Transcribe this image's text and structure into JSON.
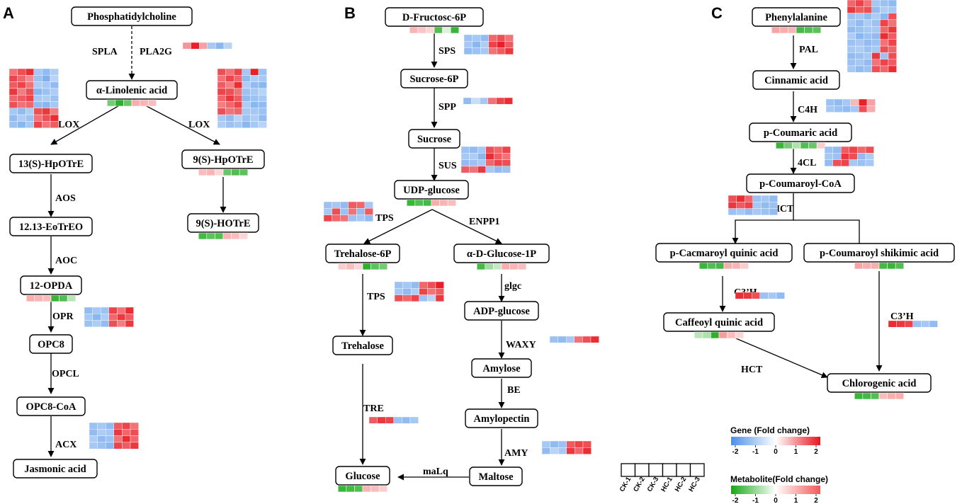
{
  "panels": [
    {
      "label": "A"
    },
    {
      "label": "B"
    },
    {
      "label": "C"
    }
  ],
  "nodes": [
    {
      "id": "A_pc",
      "text": "Phosphatidylcholine",
      "metab": null
    },
    {
      "id": "A_ala",
      "text": "α-Linolenic acid",
      "metab": [
        -1.2,
        -1.8,
        -1.3,
        1.0,
        0.9,
        0.8
      ]
    },
    {
      "id": "A_13",
      "text": "13(S)-HpOTrE",
      "metab": null
    },
    {
      "id": "A_9h",
      "text": "9(S)-HpOTrE",
      "metab": [
        0.8,
        0.9,
        0.5,
        -1.3,
        -1.5,
        -1.4
      ]
    },
    {
      "id": "A_1213",
      "text": "12.13-EoTrEO",
      "metab": null
    },
    {
      "id": "A_9ho",
      "text": "9(S)-HOTrE",
      "metab": [
        -1.6,
        -1.4,
        -1.5,
        0.9,
        0.8,
        0.5
      ]
    },
    {
      "id": "A_opda",
      "text": "12-OPDA",
      "metab": [
        1.0,
        0.9,
        0.8,
        -1.7,
        -1.5,
        -0.6
      ]
    },
    {
      "id": "A_opc8",
      "text": "OPC8",
      "metab": null
    },
    {
      "id": "A_opc8coa",
      "text": "OPC8-CoA",
      "metab": null
    },
    {
      "id": "A_ja",
      "text": "Jasmonic  acid",
      "metab": null
    },
    {
      "id": "B_f6p",
      "text": "D-Fructosc-6P",
      "metab": [
        0.9,
        0.7,
        0.5,
        -1.5,
        -0.3,
        -1.7
      ]
    },
    {
      "id": "B_s6p",
      "text": "Sucrose-6P",
      "metab": null
    },
    {
      "id": "B_suc",
      "text": "Sucrose",
      "metab": null
    },
    {
      "id": "B_udpg",
      "text": "UDP-glucose",
      "metab": [
        -1.7,
        -1.5,
        -1.6,
        1.0,
        0.9,
        0.8
      ]
    },
    {
      "id": "B_t6p",
      "text": "Trehalose-6P",
      "metab": [
        0.6,
        0.8,
        0.5,
        -1.8,
        -1.4,
        -1.2
      ]
    },
    {
      "id": "B_g1p",
      "text": "α-D-Glucose-1P",
      "metab": [
        -1.6,
        -0.8,
        -0.5,
        1.0,
        0.9,
        0.8
      ]
    },
    {
      "id": "B_adpg",
      "text": "ADP-glucose",
      "metab": null
    },
    {
      "id": "B_tre",
      "text": "Trehalose",
      "metab": null
    },
    {
      "id": "B_amylose",
      "text": "Amylose",
      "metab": null
    },
    {
      "id": "B_amylopectin",
      "text": "Amylopectin",
      "metab": null
    },
    {
      "id": "B_glc",
      "text": "Glucose",
      "metab": [
        -1.7,
        -1.6,
        -1.5,
        0.9,
        0.8,
        0.6
      ]
    },
    {
      "id": "B_malt",
      "text": "Maltose",
      "metab": null
    },
    {
      "id": "C_phe",
      "text": "Phenylalanine",
      "metab": [
        1.1,
        1.0,
        0.9,
        -1.6,
        -1.5,
        -1.4
      ]
    },
    {
      "id": "C_cin",
      "text": "Cinnamic acid",
      "metab": null
    },
    {
      "id": "C_pcou",
      "text": "p-Coumaric acid",
      "metab": [
        -1.7,
        -1.2,
        -0.7,
        -1.5,
        -1.3,
        0.6
      ]
    },
    {
      "id": "C_pcoa",
      "text": "p-Coumaroyl-CoA",
      "metab": null
    },
    {
      "id": "C_pcqa",
      "text": "p-Cacmaroyl quinic acid",
      "metab": [
        -1.7,
        -1.5,
        -1.6,
        1.0,
        0.9,
        0.6
      ]
    },
    {
      "id": "C_pcsa",
      "text": "p-Coumaroyl shikimic acid",
      "metab": [
        1.1,
        1.0,
        1.0,
        -1.6,
        -1.7,
        -1.5
      ]
    },
    {
      "id": "C_cqa",
      "text": "Caffeoyl quinic acid",
      "metab": [
        -0.6,
        -0.7,
        -1.8,
        1.2,
        0.8,
        0.5
      ]
    },
    {
      "id": "C_chl",
      "text": "Chlorogenic acid",
      "metab": [
        -1.7,
        -1.6,
        -1.5,
        0.8,
        1.0,
        1.0
      ]
    }
  ],
  "enzymes": [
    {
      "id": "e_spla",
      "text": "SPLA",
      "heat": null
    },
    {
      "id": "e_pla2g",
      "text": "PLA2G",
      "heat": [
        [
          0.9,
          1.9,
          0.8,
          -1.0,
          -1.3,
          -0.8
        ]
      ]
    },
    {
      "id": "e_loxL",
      "text": "LOX",
      "heat": [
        [
          1.2,
          1.5,
          1.8,
          -1.0,
          -1.2,
          -0.9
        ],
        [
          1.6,
          1.3,
          1.0,
          -1.1,
          -1.4,
          -0.8
        ],
        [
          1.4,
          1.6,
          1.2,
          -0.9,
          -1.0,
          -1.2
        ],
        [
          1.7,
          1.1,
          1.5,
          -1.3,
          -1.1,
          -0.9
        ],
        [
          1.3,
          1.4,
          1.6,
          -1.0,
          -0.9,
          -1.1
        ],
        [
          1.5,
          1.2,
          1.3,
          -1.2,
          -1.3,
          -1.0
        ],
        [
          -1.0,
          -1.2,
          -0.9,
          1.5,
          1.7,
          1.1
        ],
        [
          -1.2,
          -0.9,
          -1.1,
          1.2,
          1.5,
          1.8
        ],
        [
          -1.1,
          -1.3,
          -1.0,
          1.6,
          1.2,
          1.4
        ]
      ]
    },
    {
      "id": "e_loxR",
      "text": "LOX",
      "heat": [
        [
          1.5,
          1.2,
          1.6,
          -1.0,
          1.9,
          -1.1
        ],
        [
          1.2,
          1.6,
          1.3,
          -1.2,
          -0.9,
          -1.0
        ],
        [
          1.4,
          1.1,
          1.8,
          -0.9,
          -1.2,
          -1.3
        ],
        [
          1.6,
          1.5,
          1.2,
          -1.1,
          -1.0,
          -0.8
        ],
        [
          1.3,
          1.7,
          1.4,
          -1.2,
          -1.1,
          -1.0
        ],
        [
          1.1,
          1.3,
          1.6,
          -0.9,
          -1.3,
          -1.2
        ],
        [
          1.5,
          1.2,
          1.3,
          -1.0,
          -1.0,
          -1.1
        ],
        [
          -1.0,
          -1.2,
          -0.8,
          -1.1,
          -0.9,
          -1.2
        ],
        [
          -0.9,
          -1.1,
          -1.0,
          -1.3,
          -1.0,
          -0.8
        ]
      ]
    },
    {
      "id": "e_aos",
      "text": "AOS",
      "heat": null
    },
    {
      "id": "e_aoc",
      "text": "AOC",
      "heat": null
    },
    {
      "id": "e_opr",
      "text": "OPR",
      "heat": [
        [
          -1.2,
          -1.0,
          -1.1,
          1.6,
          1.2,
          1.8
        ],
        [
          -1.0,
          -1.3,
          -0.9,
          1.3,
          1.7,
          1.4
        ],
        [
          -1.1,
          -0.9,
          -1.2,
          1.5,
          1.1,
          1.7
        ]
      ]
    },
    {
      "id": "e_opcl",
      "text": "OPCL",
      "heat": null
    },
    {
      "id": "e_acx",
      "text": "ACX",
      "heat": [
        [
          -1.1,
          -1.0,
          -1.2,
          1.4,
          1.6,
          1.2
        ],
        [
          -1.2,
          -0.9,
          -1.0,
          1.7,
          1.3,
          1.5
        ],
        [
          -0.9,
          -1.2,
          -1.1,
          1.2,
          1.8,
          1.3
        ],
        [
          -1.0,
          -1.1,
          -1.3,
          1.6,
          1.4,
          1.7
        ]
      ]
    },
    {
      "id": "e_sps",
      "text": "SPS",
      "heat": [
        [
          -1.1,
          -1.0,
          -1.2,
          1.3,
          1.5,
          1.2
        ],
        [
          -1.0,
          -1.3,
          -0.9,
          1.6,
          1.9,
          1.4
        ],
        [
          -1.2,
          -1.1,
          -1.0,
          1.2,
          1.4,
          1.7
        ]
      ]
    },
    {
      "id": "e_spp",
      "text": "SPP",
      "heat": [
        [
          -1.2,
          -0.6,
          -1.0,
          1.2,
          1.6,
          1.8
        ]
      ]
    },
    {
      "id": "e_sus",
      "text": "SUS",
      "heat": [
        [
          -1.1,
          -1.2,
          -1.0,
          1.5,
          1.3,
          1.6
        ],
        [
          -1.0,
          -0.9,
          -1.3,
          1.8,
          1.4,
          1.2
        ],
        [
          -1.2,
          -1.1,
          -1.0,
          1.3,
          1.6,
          1.5
        ],
        [
          1.4,
          1.2,
          1.7,
          -1.0,
          -1.2,
          -1.1
        ]
      ]
    },
    {
      "id": "e_tps1",
      "text": "TPS",
      "heat": [
        [
          -1.1,
          -1.0,
          -1.2,
          1.4,
          1.3,
          -1.0
        ],
        [
          -1.0,
          1.5,
          -1.1,
          1.2,
          -1.2,
          1.4
        ],
        [
          1.6,
          1.3,
          1.2,
          -1.1,
          -1.0,
          -1.2
        ]
      ]
    },
    {
      "id": "e_enpp1",
      "text": "ENPP1",
      "heat": null
    },
    {
      "id": "e_tps2",
      "text": "TPS",
      "heat": [
        [
          -1.1,
          -1.0,
          -1.2,
          1.3,
          1.5,
          1.9
        ],
        [
          -1.0,
          -1.2,
          -0.9,
          1.6,
          1.2,
          1.4
        ],
        [
          1.5,
          1.3,
          1.6,
          -1.1,
          -0.8,
          1.7
        ]
      ]
    },
    {
      "id": "e_glgc",
      "text": "glgc",
      "heat": null
    },
    {
      "id": "e_waxy",
      "text": "WAXY",
      "heat": [
        [
          -1.1,
          -1.2,
          -1.0,
          1.2,
          1.5,
          1.8
        ]
      ]
    },
    {
      "id": "e_be",
      "text": "BE",
      "heat": null
    },
    {
      "id": "e_tre",
      "text": "TRE",
      "heat": [
        [
          1.4,
          1.7,
          1.6,
          -1.1,
          -1.2,
          -1.0
        ]
      ]
    },
    {
      "id": "e_amy",
      "text": "AMY",
      "heat": [
        [
          -1.0,
          -1.2,
          -1.1,
          1.4,
          1.6,
          1.5
        ],
        [
          -1.2,
          -0.8,
          -1.0,
          1.7,
          1.3,
          1.8
        ]
      ]
    },
    {
      "id": "e_malq",
      "text": "maLq",
      "heat": null
    },
    {
      "id": "e_pal",
      "text": "PAL",
      "heat": [
        [
          1.3,
          1.6,
          1.2,
          -1.0,
          -1.1,
          -1.2
        ],
        [
          1.7,
          1.4,
          1.5,
          -1.2,
          -0.9,
          -1.0
        ],
        [
          -1.1,
          -1.0,
          -1.2,
          -0.9,
          -1.3,
          1.5
        ],
        [
          -1.0,
          -1.2,
          -0.9,
          -1.1,
          1.6,
          1.2
        ],
        [
          -1.2,
          -1.1,
          -1.0,
          -1.0,
          1.3,
          1.7
        ],
        [
          -0.9,
          -1.3,
          -1.1,
          -1.2,
          1.8,
          1.4
        ],
        [
          -1.1,
          -1.0,
          -1.2,
          -1.1,
          1.2,
          1.6
        ],
        [
          -1.0,
          -0.9,
          -1.1,
          -1.0,
          1.5,
          1.3
        ],
        [
          -1.2,
          -1.1,
          -1.0,
          1.7,
          -1.1,
          1.5
        ],
        [
          -1.1,
          -1.0,
          -1.2,
          1.2,
          1.6,
          1.4
        ],
        [
          -1.0,
          -1.2,
          -1.1,
          1.5,
          1.3,
          1.8
        ]
      ]
    },
    {
      "id": "e_c4h",
      "text": "C4H",
      "heat": [
        [
          -1.1,
          -1.2,
          -1.0,
          0.6,
          1.9,
          0.8
        ],
        [
          -1.0,
          -1.1,
          -1.2,
          -1.0,
          1.5,
          0.7
        ]
      ]
    },
    {
      "id": "e_4cl",
      "text": "4CL",
      "heat": [
        [
          -1.1,
          -1.2,
          1.4,
          1.6,
          1.3,
          1.5
        ],
        [
          -1.0,
          -1.1,
          1.7,
          1.5,
          -1.2,
          -0.9
        ],
        [
          -1.2,
          1.5,
          1.6,
          -1.0,
          -1.1,
          -1.0
        ]
      ]
    },
    {
      "id": "e_hct1",
      "text": "HCT",
      "heat": [
        [
          1.5,
          1.8,
          1.3,
          -1.1,
          -1.0,
          -1.2
        ],
        [
          1.7,
          1.4,
          1.6,
          -1.0,
          -1.2,
          -1.1
        ],
        [
          -1.1,
          -1.0,
          -1.2,
          -1.0,
          -1.1,
          -1.2
        ]
      ]
    },
    {
      "id": "e_c3h1",
      "text": "C3’H",
      "heat": [
        [
          1.8,
          1.7,
          1.5,
          -1.1,
          -1.0,
          -1.2
        ]
      ]
    },
    {
      "id": "e_c3h2",
      "text": "C3’H",
      "heat": [
        [
          1.8,
          1.7,
          1.6,
          -1.1,
          -1.0,
          -1.2
        ]
      ]
    },
    {
      "id": "e_hct2",
      "text": "HCT",
      "heat": null
    }
  ],
  "legend": {
    "gene_title": "Gene (Fold change)",
    "metab_title": "Metabolite(Fold change)",
    "ticks": [
      "-2",
      "-1",
      "0",
      "1",
      "2"
    ],
    "gene_colors": {
      "low": "#4a90e8",
      "mid": "#ffffff",
      "high": "#e8141c"
    },
    "metab_colors": {
      "low": "#16a816",
      "mid": "#ffffff",
      "high": "#f25a5a"
    },
    "samples": [
      "CK-1",
      "CK-2",
      "CK-3",
      "HC-1",
      "HC-2",
      "HC-3"
    ]
  }
}
